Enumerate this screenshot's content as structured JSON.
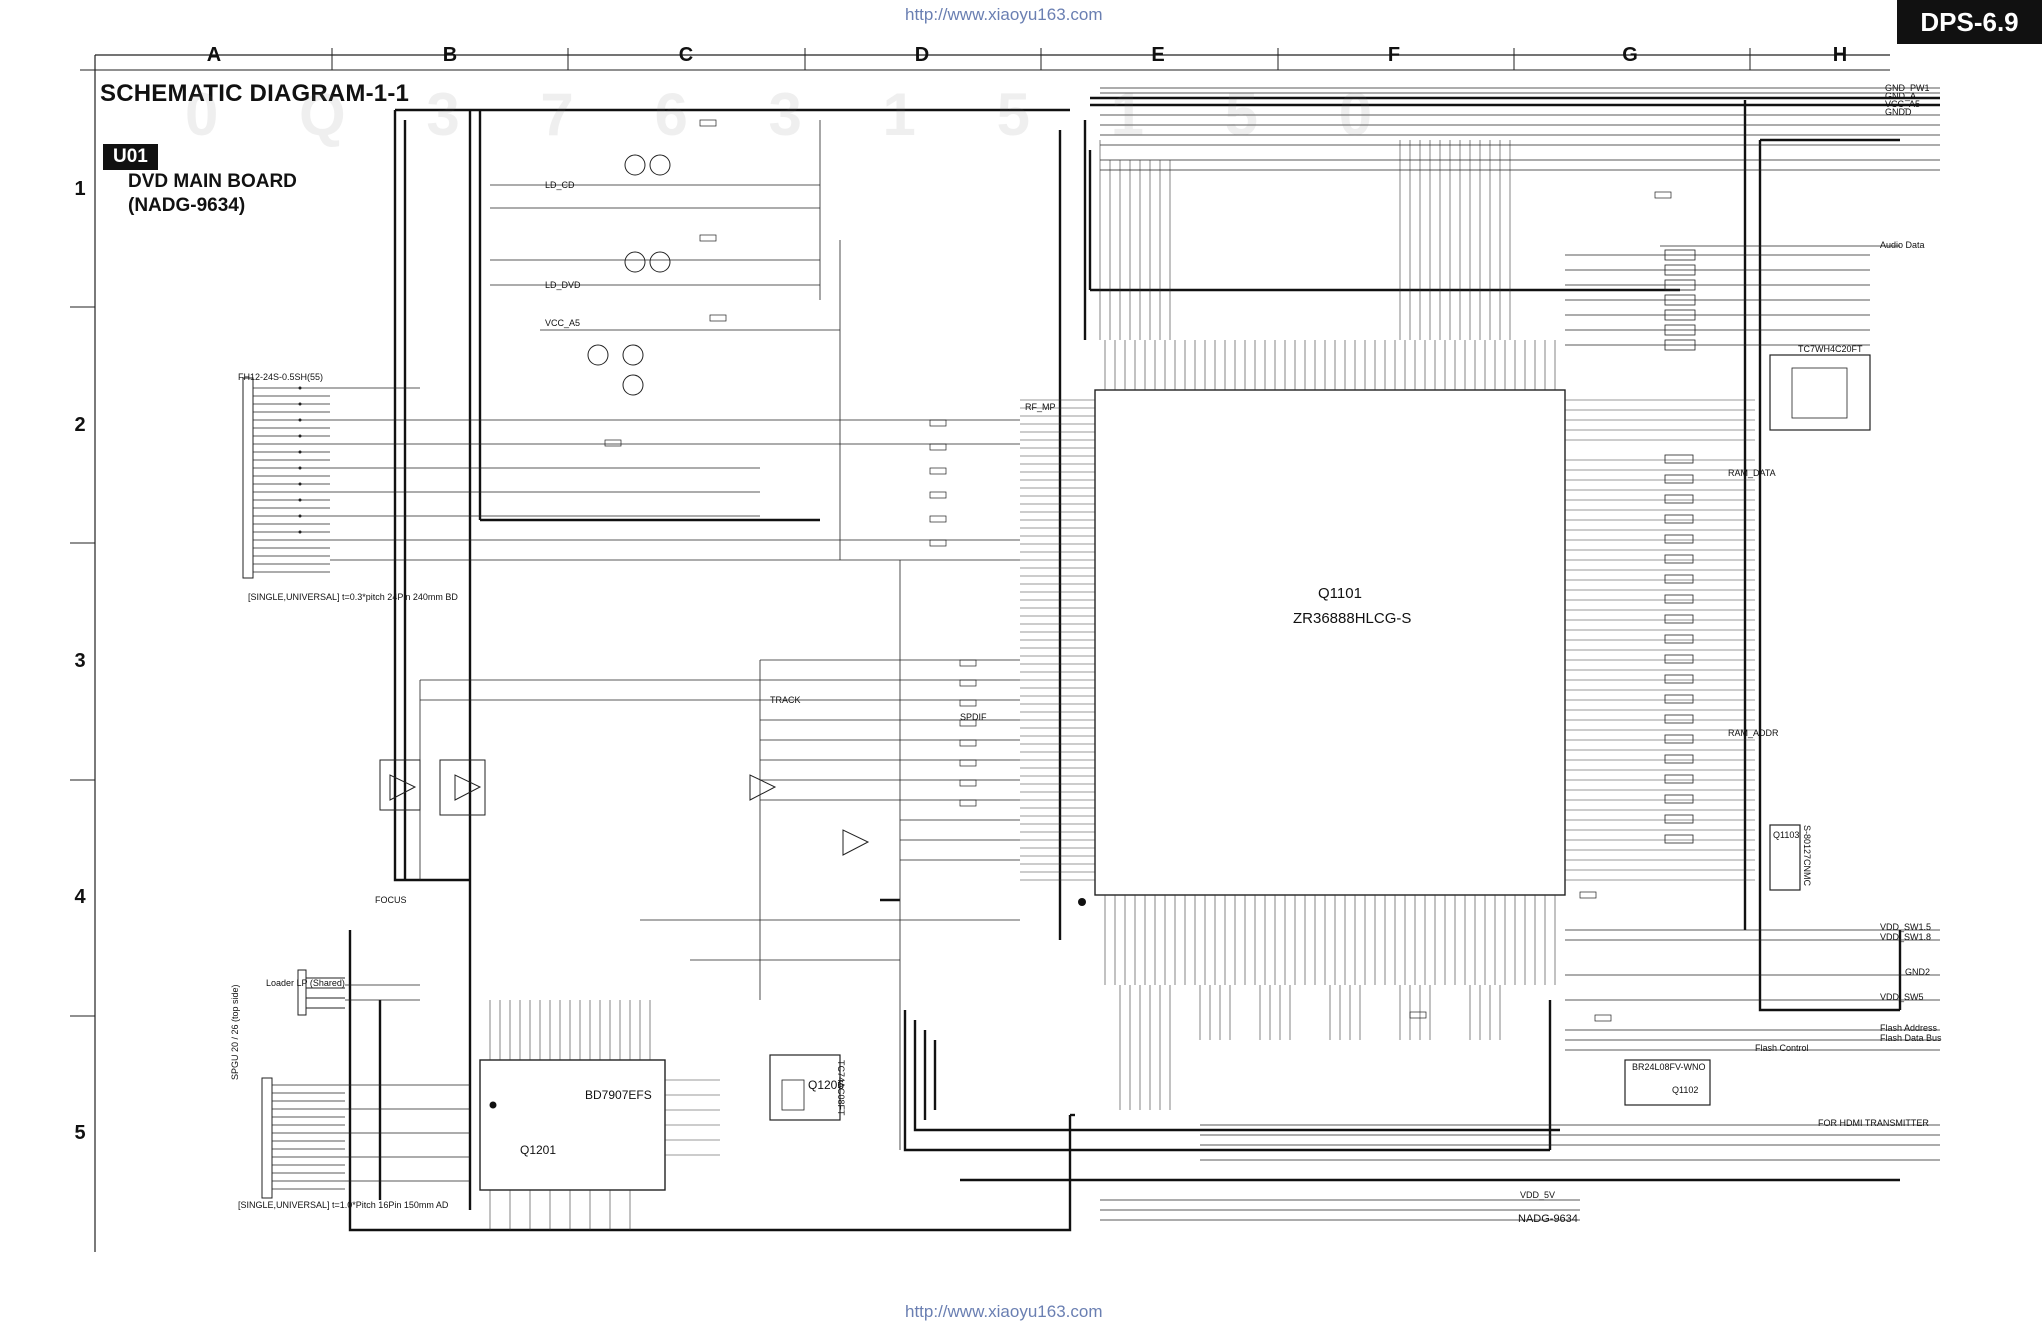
{
  "header": {
    "url_top": "http://www.xiaoyu163.com",
    "url_bottom": "http://www.xiaoyu163.com",
    "page_badge": "DPS-6.9"
  },
  "grid": {
    "columns": [
      "A",
      "B",
      "C",
      "D",
      "E",
      "F",
      "G",
      "H"
    ],
    "rows": [
      "1",
      "2",
      "3",
      "4",
      "5"
    ]
  },
  "title": {
    "diagram_title": "SCHEMATIC DIAGRAM-1-1",
    "board_tag": "U01",
    "board_name": "DVD MAIN BOARD",
    "board_code": "(NADG-9634)"
  },
  "chips": {
    "main_ic_ref": "Q1101",
    "main_ic_part": "ZR36888HLCG-S",
    "driver_ref": "Q1201",
    "driver_part": "BD7907EFS",
    "ic1206_ref": "Q1206",
    "ic1206_part": "TC74AC08FT",
    "eeprom_part": "BR24L08FV-WNO",
    "eeprom_ref": "Q1102",
    "selector_ref": "Q1103",
    "selector_part": "S-80127CNMC",
    "mux_part": "TC7WH4C20FT"
  },
  "connectors": {
    "pickup_connector": "FH12-24S-0.5SH(55)",
    "pickup_note": "[SINGLE,UNIVERSAL] t=0.3*pitch 24Pin 240mm BD",
    "motor_connector": "SPGU 20 / 26 (top side)",
    "motor_note": "[SINGLE,UNIVERSAL] t=1.0*Pitch 16Pin 150mm AD",
    "loader_label": "Loader LP (Shared)"
  },
  "footer": {
    "board_code": "NADG-9634"
  },
  "net_labels": [
    "GND_PW1",
    "GND_A",
    "VCC_A5",
    "GNDD",
    "FOR HDMI TRANSMITTER",
    "Audio Data",
    "VDD_SW1.5",
    "VDD_SW1.8",
    "GND2",
    "VDD_SW5",
    "Flash Control",
    "Flash Address",
    "Flash Data Bus",
    "VDD_5V",
    "LD_CD",
    "LD_DVD",
    "VCC_A5",
    "RF_MP",
    "FOCUS",
    "TRACK",
    "SPDIF",
    "RAM_DATA",
    "RAM_ADDR"
  ],
  "watermark": "0 Q 3 7 6 3 1 5 1 5 0"
}
